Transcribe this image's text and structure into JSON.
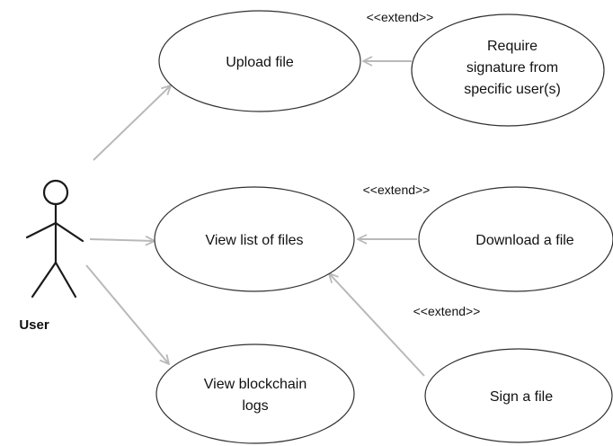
{
  "actor": {
    "name": "User"
  },
  "use_cases": {
    "upload": [
      "Upload file"
    ],
    "require_signature": [
      "Require",
      "signature from",
      "specific user(s)"
    ],
    "view_list": [
      "View list of files"
    ],
    "download": [
      "Download a file"
    ],
    "view_logs": [
      "View blockchain",
      "logs"
    ],
    "sign": [
      "Sign a file"
    ]
  },
  "relations": {
    "extend_label": "<<extend>>"
  },
  "colors": {
    "line": "#b9b9b9",
    "ellipse_stroke": "#303030",
    "text": "#111111"
  }
}
